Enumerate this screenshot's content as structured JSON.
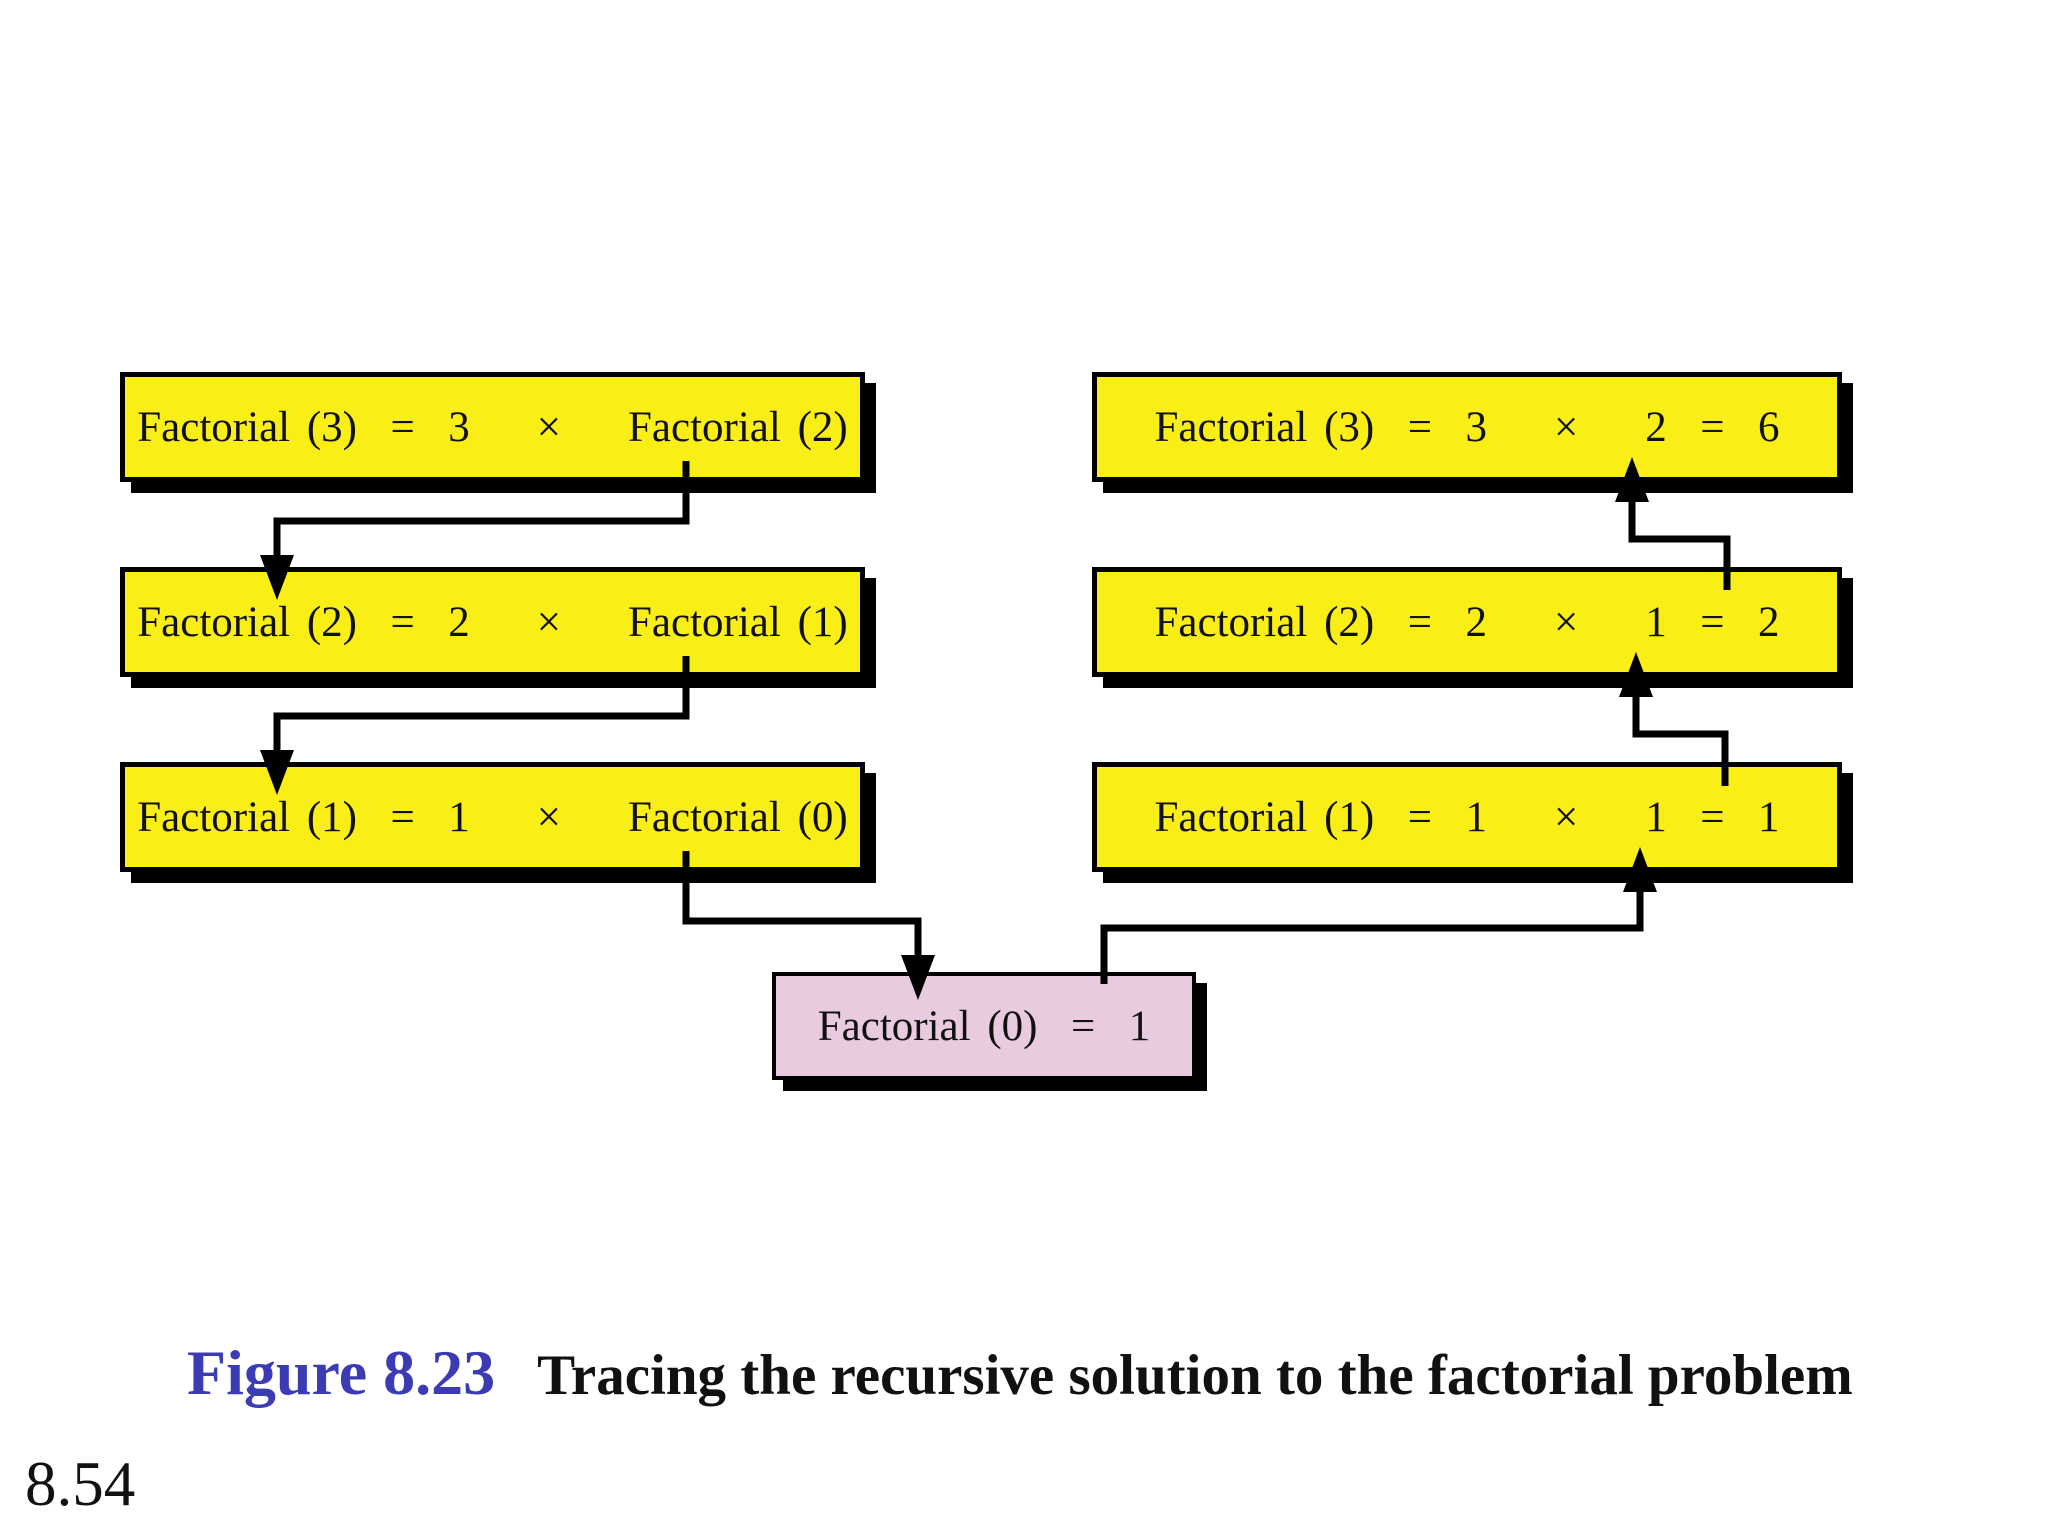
{
  "diagram": {
    "call_boxes": [
      {
        "text": "Factorial (3)  =  3    ×    Factorial (2)"
      },
      {
        "text": "Factorial (2)  =  2    ×    Factorial (1)"
      },
      {
        "text": "Factorial (1)  =  1    ×    Factorial (0)"
      }
    ],
    "return_boxes": [
      {
        "text": "Factorial (3)  =  3    ×    2  =  6"
      },
      {
        "text": "Factorial (2)  =  2    ×    1  =  2"
      },
      {
        "text": "Factorial (1)  =  1    ×    1  =  1"
      }
    ],
    "base_case_box": {
      "text": "Factorial (0)  =  1"
    }
  },
  "caption": {
    "figure_label": "Figure 8.23",
    "text": "Tracing the recursive solution to the factorial problem"
  },
  "page_number": "8.54",
  "colors": {
    "box-yellow": "#F9EE16",
    "box-pink": "#E9CBE0",
    "caption-blue": "#3B3BB4",
    "line-black": "#000000",
    "text-black": "#111111",
    "background": "#FFFFFF"
  }
}
